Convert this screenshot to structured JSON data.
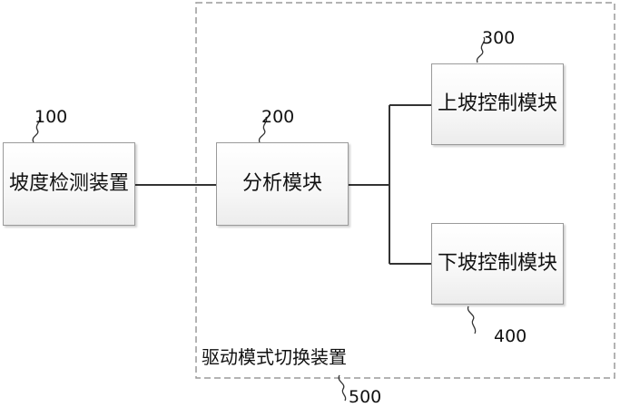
{
  "diagram": {
    "boxes": {
      "slope_detector": {
        "label": "坡度检测装置"
      },
      "analysis_module": {
        "label": "分析模块"
      },
      "uphill_control": {
        "label": "上坡控制模块"
      },
      "downhill_control": {
        "label": "下坡控制模块"
      }
    },
    "container": {
      "label": "驱动模式切换装置"
    },
    "refs": {
      "slope_detector": "100",
      "analysis_module": "200",
      "uphill_control": "300",
      "downhill_control": "400",
      "container": "500"
    },
    "colors": {
      "line": "#333333",
      "dashed_border": "#9a9a9a",
      "box_border": "#9a9a9a"
    }
  }
}
